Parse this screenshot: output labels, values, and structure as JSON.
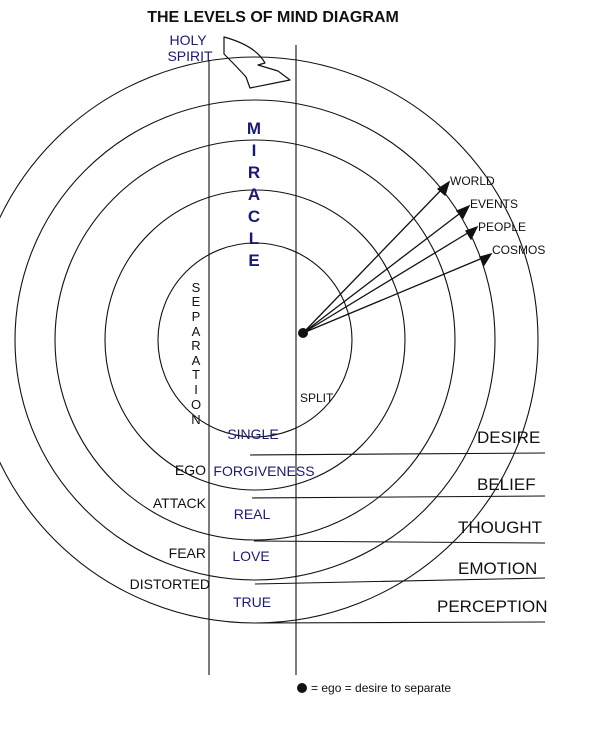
{
  "title": "THE LEVELS OF MIND DIAGRAM",
  "holy_spirit": [
    "HOLY",
    "SPIRIT"
  ],
  "miracle_letters": [
    "M",
    "I",
    "R",
    "A",
    "C",
    "L",
    "E"
  ],
  "separation_letters": [
    "S",
    "E",
    "P",
    "A",
    "R",
    "A",
    "T",
    "I",
    "O",
    "N"
  ],
  "split_label": "SPLIT",
  "outer_world": [
    "WORLD",
    "EVENTS",
    "PEOPLE",
    "COSMOS"
  ],
  "levels": [
    {
      "name": "DESIRE",
      "quality": "SINGLE",
      "ego_side": ""
    },
    {
      "name": "BELIEF",
      "quality": "FORGIVENESS",
      "ego_side": "EGO"
    },
    {
      "name": "THOUGHT",
      "quality": "REAL",
      "ego_side": "ATTACK"
    },
    {
      "name": "EMOTION",
      "quality": "LOVE",
      "ego_side": "FEAR"
    },
    {
      "name": "PERCEPTION",
      "quality": "TRUE",
      "ego_side": "DISTORTED"
    }
  ],
  "legend": "= ego = desire to separate",
  "colors": {
    "line": "#111111",
    "blue_text": "#1a1a73"
  }
}
